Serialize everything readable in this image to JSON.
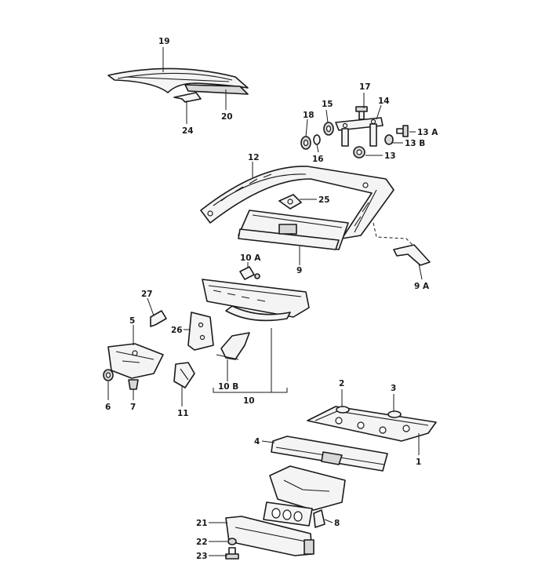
{
  "diagram": {
    "callouts": {
      "c1": "1",
      "c2": "2",
      "c3": "3",
      "c4": "4",
      "c5": "5",
      "c6": "6",
      "c7": "7",
      "c8": "8",
      "c9": "9",
      "c9a": "9 A",
      "c10": "10",
      "c10a": "10 A",
      "c10b": "10 B",
      "c11": "11",
      "c12": "12",
      "c13": "13",
      "c13a": "13 A",
      "c13b": "13 B",
      "c14": "14",
      "c15": "15",
      "c16": "16",
      "c17": "17",
      "c18": "18",
      "c19": "19",
      "c20": "20",
      "c21": "21",
      "c22": "22",
      "c23": "23",
      "c24": "24",
      "c25": "25",
      "c26": "26",
      "c27": "27"
    }
  }
}
